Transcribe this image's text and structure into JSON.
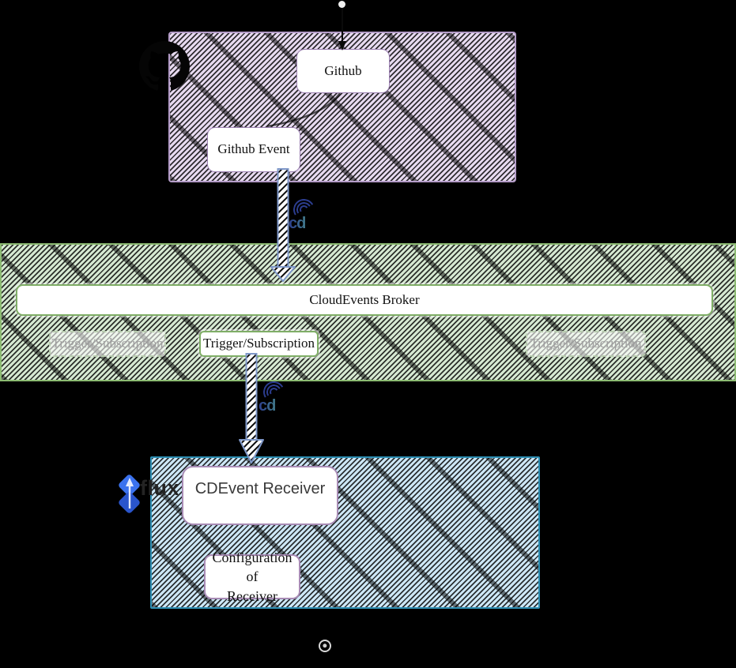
{
  "colors": {
    "canvas_bg": "#000000",
    "purple_fill": "#e7daf0",
    "purple_border": "#b49cc8",
    "green_fill": "#d6e9d2",
    "green_border": "#8cbb72",
    "blue_fill": "#cde7f6",
    "blue_border": "#2d8fb4",
    "node_purple_border": "#9a7fb0",
    "node_green_border": "#7fae66",
    "arrow_outline": "#7e97c8",
    "faded_text": "#9e9e9e",
    "cd_navy": "#2c3d8f",
    "cd_teal": "#41798c",
    "flux_blue_light": "#3b72ee",
    "flux_blue_dark": "#2a55cc",
    "text": "#111111"
  },
  "diagram": {
    "nodes": {
      "github": {
        "label": "Github"
      },
      "github_event": {
        "label": "Github Event"
      },
      "broker": {
        "label": "CloudEvents Broker"
      },
      "receiver": {
        "label": "CDEvent Receiver"
      },
      "config": {
        "line1": "Configuration of",
        "line2": "Receiver"
      }
    },
    "triggers": [
      {
        "label": "Trigger/Subscription",
        "state": "inactive"
      },
      {
        "label": "Trigger/Subscription",
        "state": "active"
      },
      {
        "label": "Trigger/Subscription",
        "state": "inactive"
      }
    ],
    "logos": {
      "cdevents": "cd",
      "flux": "flux"
    }
  }
}
